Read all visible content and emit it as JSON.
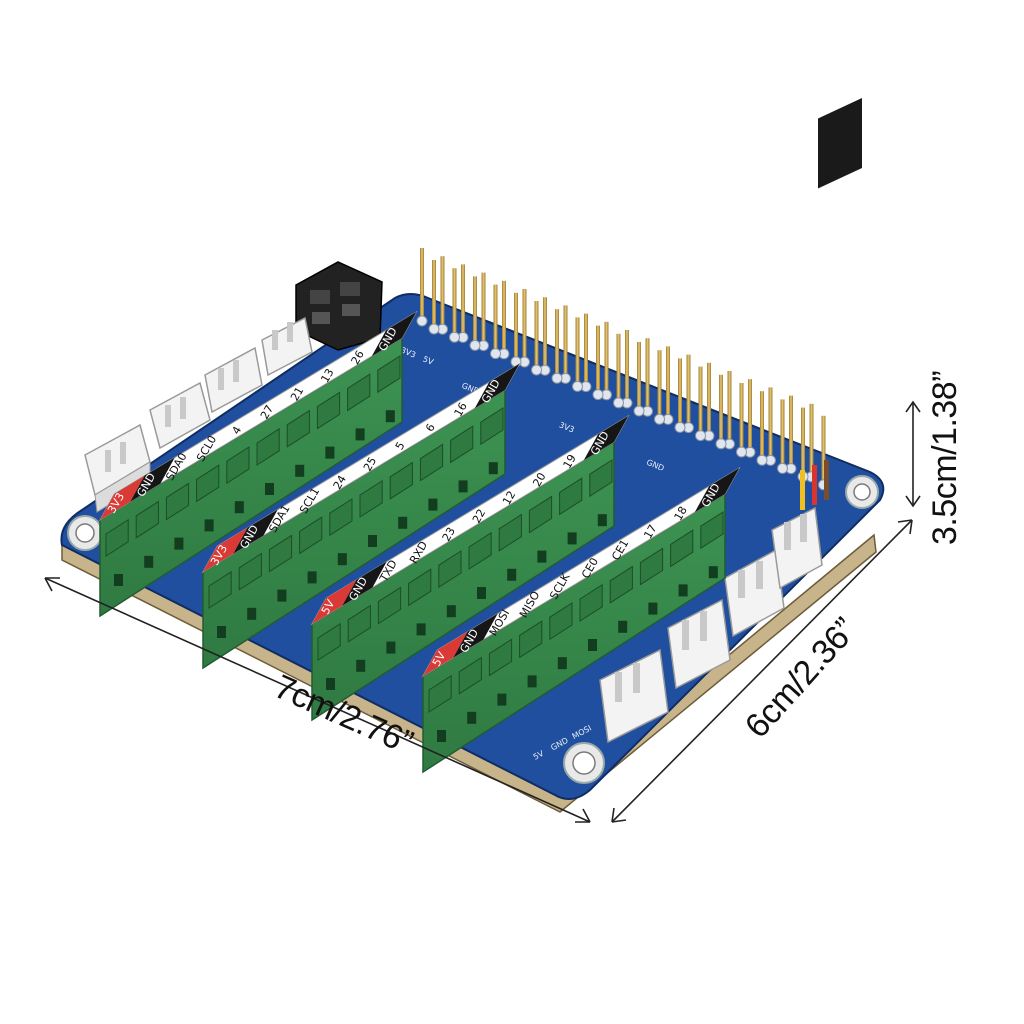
{
  "dimensions": {
    "width": "7cm/2.76”",
    "depth": "6cm/2.36”",
    "height": "3.5cm/1.38”"
  },
  "terminal_blocks": [
    {
      "labels": [
        "3V3",
        "GND",
        "SDA0",
        "SCL0",
        "4",
        "27",
        "21",
        "13",
        "26",
        "GND"
      ]
    },
    {
      "labels": [
        "3V3",
        "GND",
        "SDA1",
        "SCL1",
        "24",
        "25",
        "5",
        "6",
        "16",
        "GND"
      ]
    },
    {
      "labels": [
        "5V",
        "GND",
        "TXD",
        "RXD",
        "23",
        "22",
        "12",
        "20",
        "19",
        "GND"
      ]
    },
    {
      "labels": [
        "5V",
        "GND",
        "MOSI",
        "MISO",
        "SCLK",
        "CE0",
        "CE1",
        "17",
        "18",
        "GND"
      ]
    }
  ],
  "pcb_silkscreen": {
    "front_edge": [
      "5V",
      "GND",
      "MOSI"
    ],
    "gpio_row": [
      "3V3",
      "5V",
      "GND",
      "3V3",
      "GND"
    ]
  },
  "colors": {
    "pcb_blue": "#1f4f9e",
    "terminal_green": "#3f9a55",
    "power_red": "#d93a36",
    "ground_black": "#161616",
    "pin_gold": "#c9a24a",
    "connector_white": "#f2f2f2"
  }
}
